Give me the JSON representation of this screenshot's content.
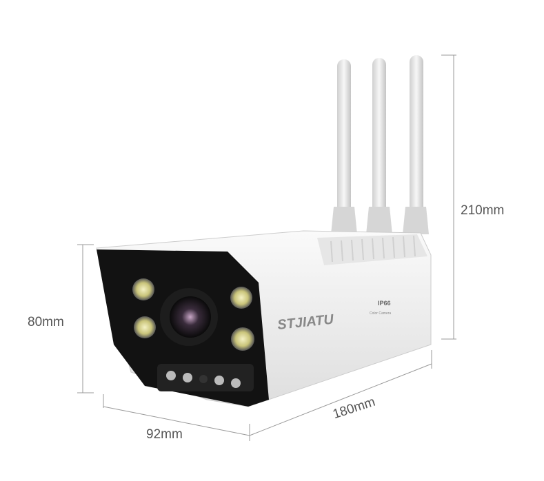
{
  "dimensions": {
    "height_total": "210mm",
    "height_body": "80mm",
    "width": "92mm",
    "length": "180mm"
  },
  "camera": {
    "brand_logo": "STJIATU",
    "rating": "IP66",
    "subtitle": "Color Camera"
  },
  "colors": {
    "body": "#f2f2f2",
    "front": "#111111",
    "led": "#d8d49a",
    "dimension_line": "#999999"
  }
}
